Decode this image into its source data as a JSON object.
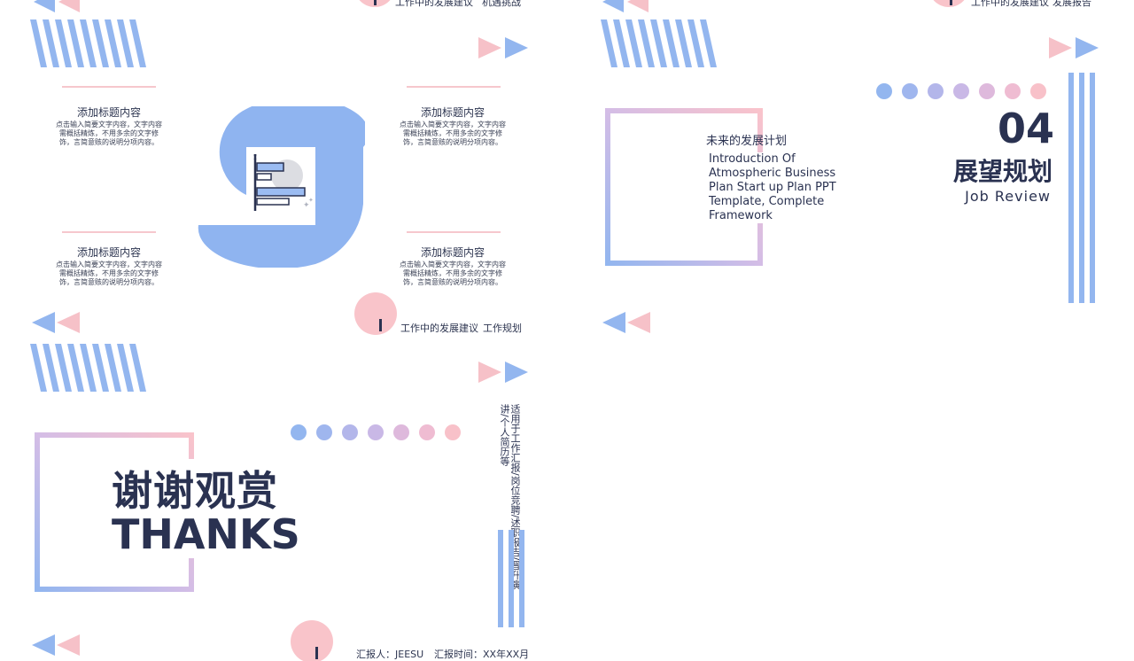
{
  "slide1": {
    "top_caption_1": "工作中的发展建议",
    "top_caption_2": "机遇挑战",
    "items": [
      {
        "title": "添加标题内容",
        "desc": "点击输入简要文字内容，文字内容需概括精炼，不用多余的文字修饰，言简意赅的说明分项内容。"
      },
      {
        "title": "添加标题内容",
        "desc": "点击输入简要文字内容，文字内容需概括精炼，不用多余的文字修饰，言简意赅的说明分项内容。"
      },
      {
        "title": "添加标题内容",
        "desc": "点击输入简要文字内容，文字内容需概括精炼，不用多余的文字修饰，言简意赅的说明分项内容。"
      },
      {
        "title": "添加标题内容",
        "desc": "点击输入简要文字内容，文字内容需概括精炼，不用多余的文字修饰，言简意赅的说明分项内容。"
      }
    ],
    "footer_1": "工作中的发展建议",
    "footer_2": "工作规划"
  },
  "slide2": {
    "top_caption_1": "工作中的发展建议",
    "top_caption_2": "发展报告",
    "box_title": "未来的发展计划",
    "box_body": "Introduction Of Atmospheric Business Plan Start up Plan PPT Template, Complete Framework",
    "number": "04",
    "title": "展望规划",
    "subtitle": "Job Review"
  },
  "slide3": {
    "title_cn": "谢谢观赏",
    "title_en": "THANKS",
    "vertical_text": "适用于工作汇报/岗位竞聘/述职报告/晋升演讲/个人简历等",
    "reporter": "汇报人：JEESU",
    "report_time": "汇报时间：XX年XX月"
  },
  "colors": {
    "blue": "#93b6ef",
    "pink": "#f6c1c8",
    "lavender": "#c9b8e6",
    "navy": "#2a3251"
  }
}
